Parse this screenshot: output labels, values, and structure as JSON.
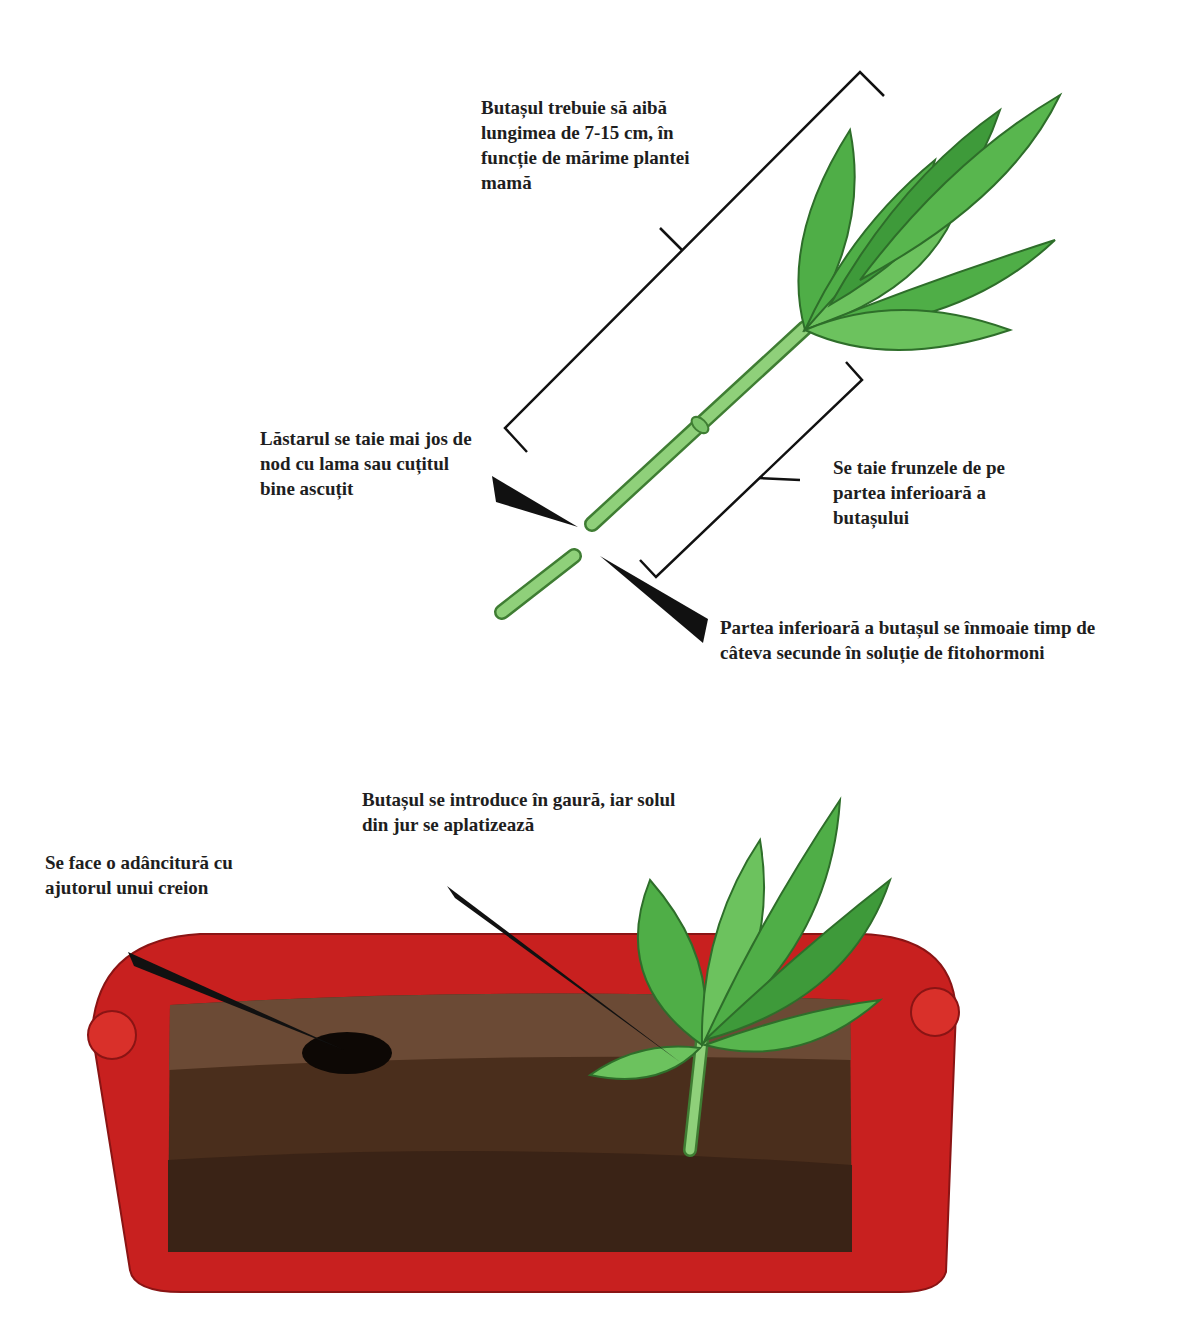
{
  "diagram": {
    "labels": [
      "Butașul trebuie să aibă lungimea de 7-15 cm, în funcție de mărime plantei mamă",
      "Lăstarul se taie mai jos de nod cu lama sau cuțitul bine ascuțit",
      "Se taie frunzele de pe partea inferioară a butașului",
      "Partea inferioară a butașul se înmoaie timp de câteva secunde în soluție de fitohormoni",
      "Butașul se introduce în gaură, iar solul din jur se aplatizează",
      "Se face o adâncitură cu ajutorul unui creion"
    ]
  }
}
